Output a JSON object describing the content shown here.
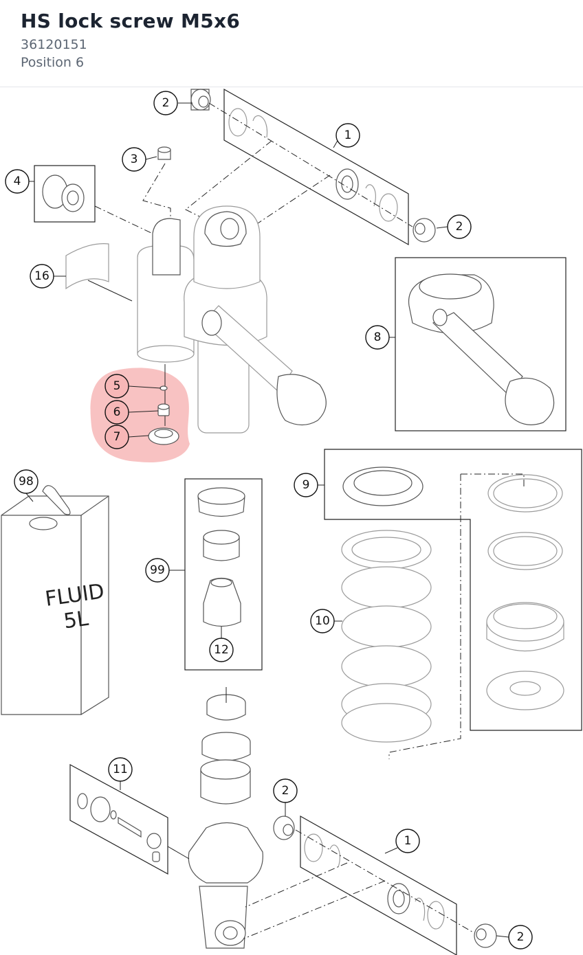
{
  "part": {
    "title": "HS lock screw M5x6",
    "number": "36120151",
    "position_label": "Position 6"
  },
  "highlight_color": "#f7b7b7",
  "callouts": {
    "c1a": "1",
    "c1b": "1",
    "c2a": "2",
    "c2b": "2",
    "c2c": "2",
    "c2d": "2",
    "c3": "3",
    "c4": "4",
    "c5": "5",
    "c6": "6",
    "c7": "7",
    "c8": "8",
    "c9": "9",
    "c10": "10",
    "c11": "11",
    "c12": "12",
    "c16": "16",
    "c98": "98",
    "c99": "99"
  },
  "canister_label": [
    "FLUID",
    "5L"
  ]
}
